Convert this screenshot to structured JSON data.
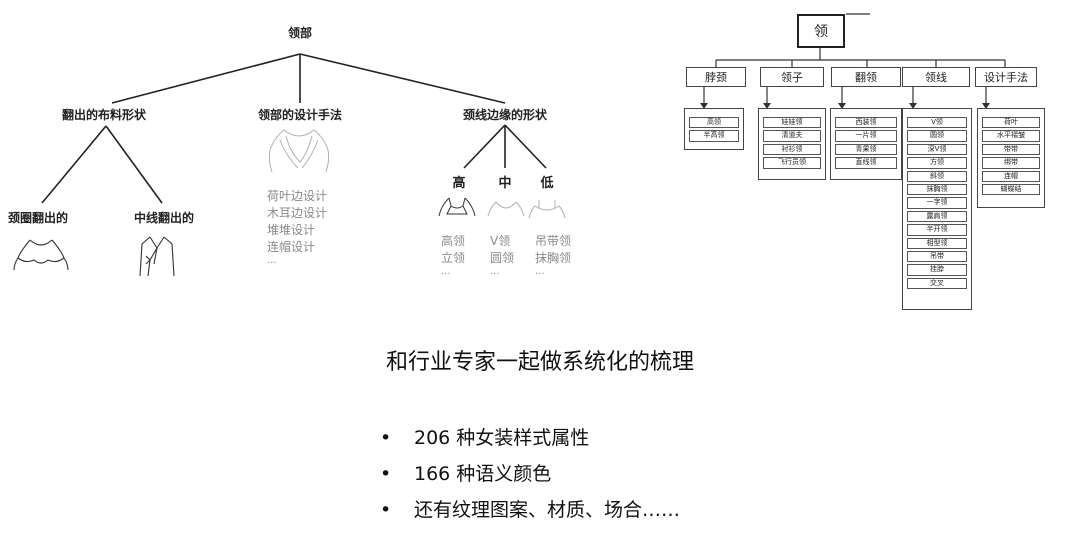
{
  "left_tree": {
    "root": "领部",
    "branches": [
      {
        "label": "翻出的布料形状",
        "children": [
          "颈圈翻出的",
          "中线翻出的"
        ]
      },
      {
        "label": "领部的设计手法",
        "items": [
          "荷叶边设计",
          "木耳边设计",
          "堆堆设计",
          "连帽设计",
          "..."
        ]
      },
      {
        "label": "颈线边缘的形状",
        "levels": [
          "高",
          "中",
          "低"
        ],
        "columns": [
          [
            "高领",
            "立领",
            "..."
          ],
          [
            "V领",
            "圆领",
            "..."
          ],
          [
            "吊带领",
            "抹胸领",
            "..."
          ]
        ]
      }
    ]
  },
  "right_tree": {
    "root": "领",
    "categories": [
      {
        "label": "脖颈",
        "items": [
          "高领",
          "半高领"
        ]
      },
      {
        "label": "领子",
        "items": [
          "娃娃领",
          "清道夫",
          "衬衫领",
          "飞行员领"
        ]
      },
      {
        "label": "翻领",
        "items": [
          "西装领",
          "一片领",
          "青果领",
          "直线领"
        ]
      },
      {
        "label": "领线",
        "items": [
          "V领",
          "圆领",
          "深V领",
          "方领",
          "斜领",
          "抹胸领",
          "一字领",
          "露肩领",
          "半开领",
          "相型领",
          "吊带",
          "挂脖",
          "交叉"
        ]
      },
      {
        "label": "设计手法",
        "items": [
          "荷叶",
          "水平褶皱",
          "带带",
          "绑带",
          "连帽",
          "蝴蝶结"
        ]
      }
    ]
  },
  "bottom": {
    "title": "和行业专家一起做系统化的梳理",
    "bullet_symbol": "•",
    "bullets": [
      "206 种女装样式属性",
      "166 种语义颜色",
      "还有纹理图案、材质、场合……"
    ]
  }
}
